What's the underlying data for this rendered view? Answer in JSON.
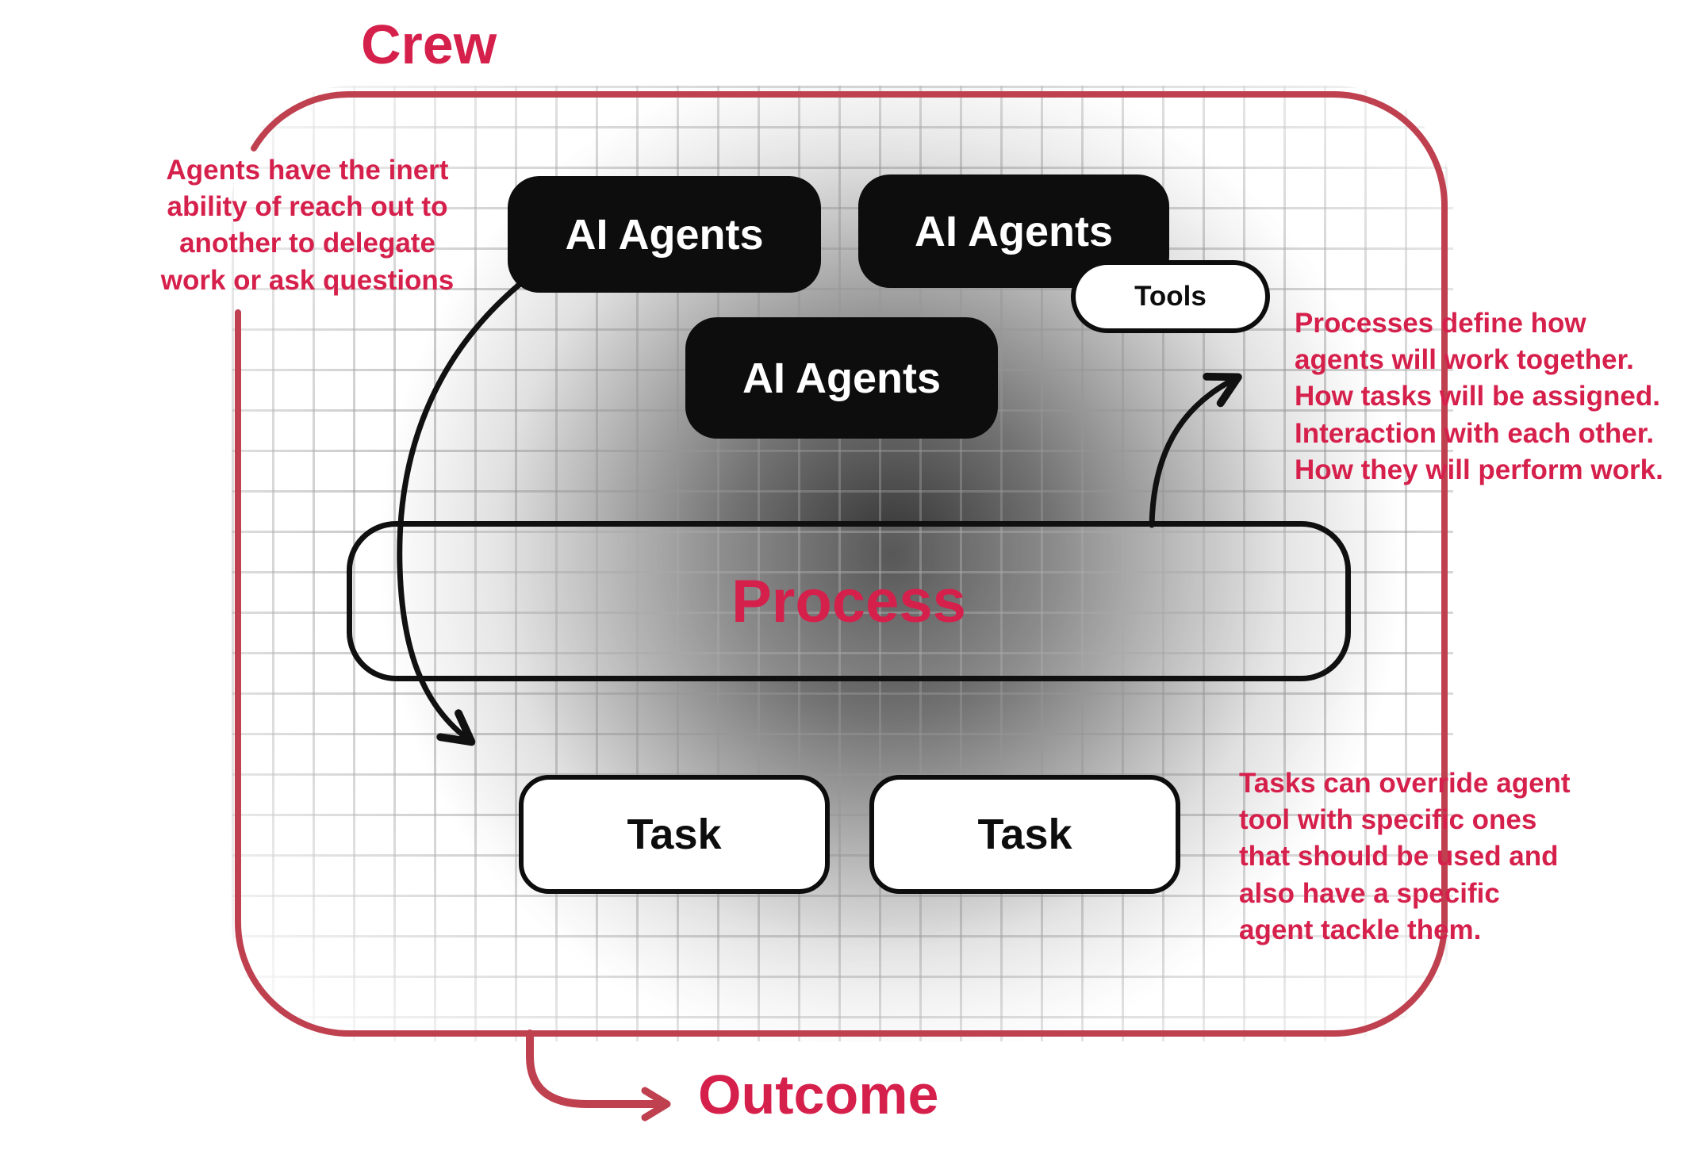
{
  "colors": {
    "accent_text": "#d6204c",
    "accent_border": "#bf4150",
    "box_black": "#0d0d0d"
  },
  "crew": {
    "title": "Crew"
  },
  "agents": [
    {
      "label": "AI Agents"
    },
    {
      "label": "AI Agents"
    },
    {
      "label": "AI Agents"
    }
  ],
  "tools": {
    "label": "Tools"
  },
  "process": {
    "label": "Process"
  },
  "tasks": [
    {
      "label": "Task"
    },
    {
      "label": "Task"
    }
  ],
  "annotations": {
    "left": {
      "lines": [
        "Agents have the inert",
        "ability of reach out to",
        "another to delegate",
        "work or ask questions"
      ]
    },
    "right_top": {
      "lines": [
        "Processes define how",
        "agents will work together.",
        "How tasks will be assigned.",
        "Interaction with each other.",
        "How they will perform work."
      ]
    },
    "right_bottom": {
      "lines": [
        "Tasks can override agent",
        "tool with specific ones",
        "that should be used and",
        "also have a specific",
        "agent tackle them."
      ]
    }
  },
  "outcome": {
    "label": "Outcome"
  }
}
